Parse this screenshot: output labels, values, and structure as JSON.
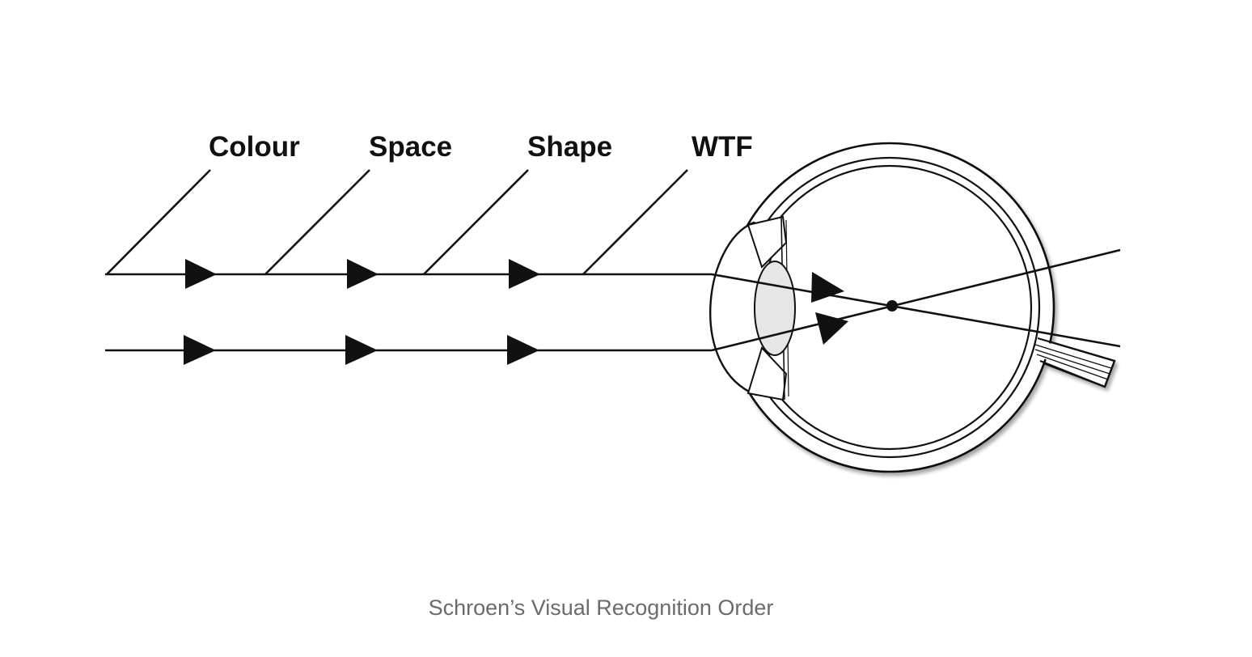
{
  "diagram": {
    "stages": [
      {
        "label": "Colour"
      },
      {
        "label": "Space"
      },
      {
        "label": "Shape"
      },
      {
        "label": "WTF"
      }
    ],
    "eye_icon": "eye-cross-section-icon",
    "arrow_icon": "triangle-arrow-icon"
  },
  "caption": "Schroen’s Visual Recognition Order",
  "colors": {
    "ink": "#111111",
    "lens": "#e6e6e6",
    "caption": "#6b6b6b"
  }
}
